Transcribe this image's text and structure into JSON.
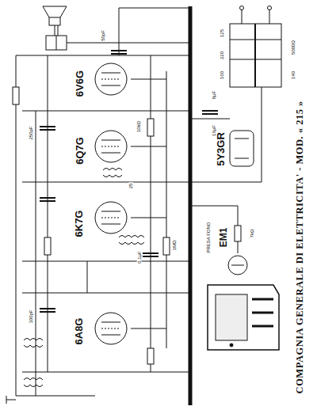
{
  "diagram": {
    "title": "COMPAGNIA GENERALE DI ELETTRICITA' - MOD. « 215 »",
    "labels": [
      "6V6G",
      "6Q7G",
      "6K7G",
      "6A8G",
      "5Y3GR",
      "EM1",
      "PRESA FONO",
      "250pF",
      "100pF",
      "50pF",
      "10kΩ",
      "1MΩ",
      "0,1μF",
      "25",
      "16μF",
      "8μF",
      "5000Ω",
      "125",
      "220",
      "160",
      "140",
      "7kΩ"
    ]
  }
}
